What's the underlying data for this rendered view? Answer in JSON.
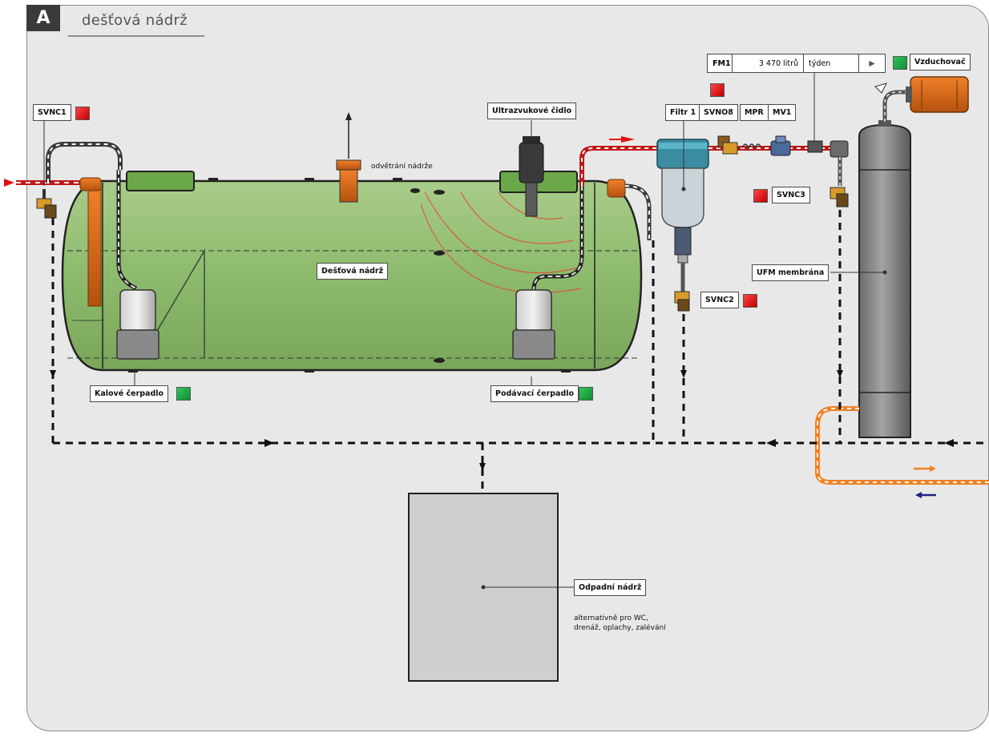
{
  "section": {
    "letter": "A",
    "title": "dešťová nádrž"
  },
  "flowmeter": {
    "name": "FM1",
    "value": "3 470 litrů",
    "period": "týden",
    "next_icon": "play-icon"
  },
  "components": {
    "svnc1": "SVNC1",
    "ultrasonic": "Ultrazvukové čidlo",
    "filtr1": "Filtr 1",
    "svno8": "SVNO8",
    "mpr": "MPR",
    "mv1": "MV1",
    "aerator": "Vzduchovač",
    "svnc3": "SVNC3",
    "ufm": "UFM membrána",
    "svnc2": "SVNC2",
    "rain_tank": "Dešťová nádrž",
    "sludge_pump": "Kalové čerpadlo",
    "feed_pump": "Podávací čerpadlo",
    "waste_tank": "Odpadní nádrž"
  },
  "notes": {
    "vent": "odvětrání nádrže",
    "alt_line1": "alternativně pro WC,",
    "alt_line2": "drenáž, oplachy, zalévání"
  },
  "status_colors": {
    "active": "#1ea24a",
    "inactive": "#e01010"
  },
  "indicators": {
    "svnc1": "inactive",
    "filtr1": "inactive",
    "aerator": "active",
    "svnc3": "inactive",
    "svnc2": "inactive",
    "sludge_pump": "active",
    "feed_pump": "active"
  }
}
